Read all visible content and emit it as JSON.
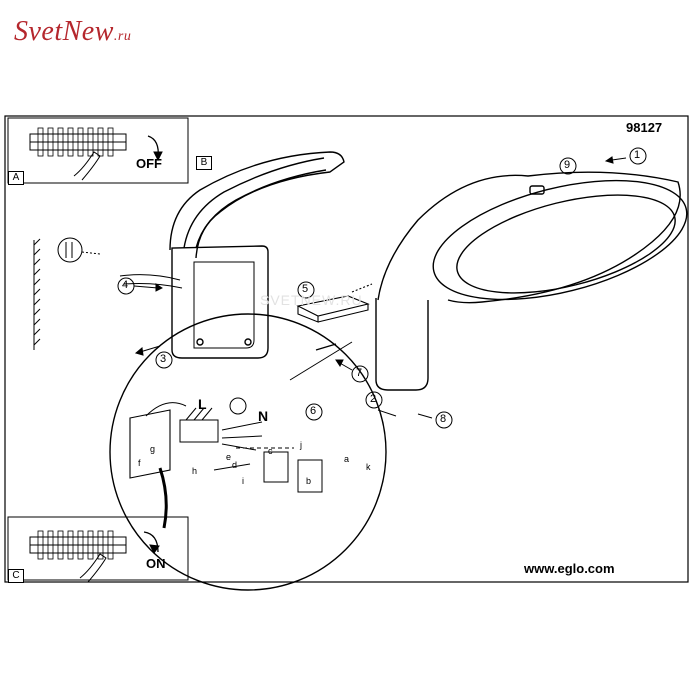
{
  "logo": {
    "brand": "SvetNew",
    "tld": ".ru"
  },
  "sheet": {
    "model_number": "98127",
    "website": "www.eglo.com",
    "watermark": "SVETNEW.RU"
  },
  "panels": {
    "a": {
      "tag": "A",
      "switch_label": "OFF"
    },
    "b": {
      "tag": "B"
    },
    "c": {
      "tag": "C",
      "switch_label": "ON"
    }
  },
  "steps": [
    "1",
    "2",
    "3",
    "4",
    "5",
    "6",
    "7",
    "8",
    "9"
  ],
  "wiring": {
    "live": "L",
    "neutral": "N",
    "parts": [
      "a",
      "b",
      "c",
      "d",
      "e",
      "f",
      "g",
      "h",
      "i",
      "j",
      "k"
    ]
  }
}
